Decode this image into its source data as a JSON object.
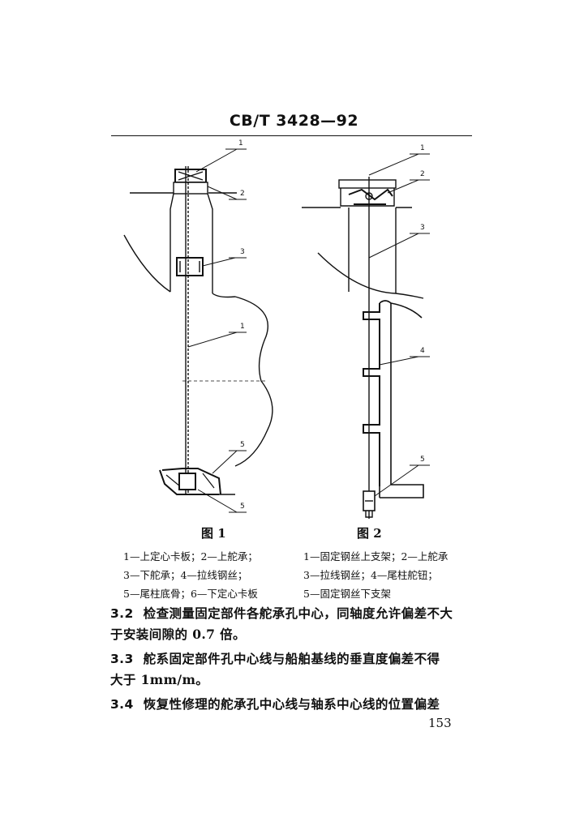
{
  "header": {
    "title": "CB/T 3428—92"
  },
  "figure1": {
    "caption": "图 1",
    "labels": [
      "1",
      "2",
      "3",
      "1",
      "5",
      "5"
    ],
    "legend": [
      "1—上定心卡板；2—上舵承；",
      "3—下舵承；4—拉线钢丝；",
      "5—尾柱底骨；6—下定心卡板"
    ]
  },
  "figure2": {
    "caption": "图 2",
    "labels": [
      "1",
      "2",
      "3",
      "4",
      "5"
    ],
    "legend": [
      "1—固定钢丝上支架；2—上舵承",
      "3—拉线钢丝；4—尾柱舵钮；",
      "5—固定钢丝下支架"
    ]
  },
  "sections": [
    {
      "number": "3.2",
      "line1": "检查测量固定部件各舵承孔中心，同轴度允许偏差不大",
      "line2": "于安装间隙的 0.7 倍。"
    },
    {
      "number": "3.3",
      "line1": "舵系固定部件孔中心线与船舶基线的垂直度偏差不得",
      "line2": "大于 1mm/m。"
    },
    {
      "number": "3.4",
      "line1": "恢复性修理的舵承孔中心线与轴系中心线的位置偏差",
      "line2": ""
    }
  ],
  "page_number": "153"
}
